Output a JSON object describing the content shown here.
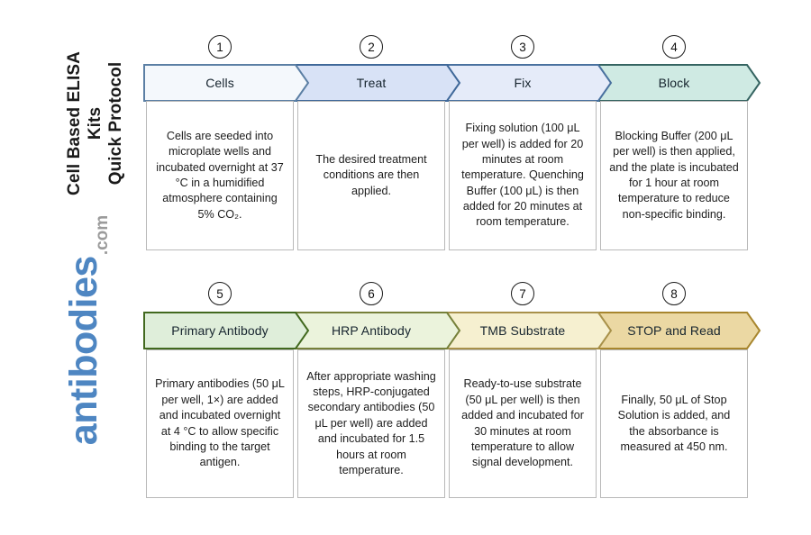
{
  "branding": {
    "title_line1": "Cell Based ELISA Kits",
    "title_line2": "Quick Protocol",
    "logo_word": "antibodies",
    "logo_tld": ".com",
    "logo_color": "#4e86c2",
    "logo_tld_color": "#9b9b9b",
    "title_color": "#1a1a1a"
  },
  "steps": [
    {
      "number": "1",
      "label": "Cells",
      "description": "Cells are seeded into microplate wells and incubated overnight at 37 °C in a humidified atmosphere containing 5% CO₂.",
      "fill": "#f4f8fc",
      "border": "#5b7fa4"
    },
    {
      "number": "2",
      "label": "Treat",
      "description": "The desired treatment conditions are then applied.",
      "fill": "#d8e2f6",
      "border": "#3f6899"
    },
    {
      "number": "3",
      "label": "Fix",
      "description": "Fixing solution (100 μL per well) is added for 20 minutes at room temperature. Quenching Buffer (100 μL) is then added for 20 minutes at room temperature.",
      "fill": "#e5ebf9",
      "border": "#49719f"
    },
    {
      "number": "4",
      "label": "Block",
      "description": "Blocking Buffer (200 μL per well) is then applied, and the plate is incubated for 1 hour at room temperature to reduce non-specific binding.",
      "fill": "#cfeae3",
      "border": "#356461"
    },
    {
      "number": "5",
      "label": "Primary Antibody",
      "description": "Primary antibodies (50 μL per well, 1×) are added and incubated overnight at 4 °C to allow specific binding to the target antigen.",
      "fill": "#dfeeda",
      "border": "#42691f"
    },
    {
      "number": "6",
      "label": "HRP Antibody",
      "description": "After appropriate washing steps, HRP-conjugated secondary antibodies (50 μL per well) are added and incubated for 1.5 hours at room temperature.",
      "fill": "#ebf3dc",
      "border": "#76803a"
    },
    {
      "number": "7",
      "label": "TMB Substrate",
      "description": "Ready-to-use substrate (50 μL per well) is then added and incubated for 30 minutes at room temperature to allow signal development.",
      "fill": "#f6f0d0",
      "border": "#a8914a"
    },
    {
      "number": "8",
      "label": "STOP and Read",
      "description": "Finally, 50 μL of Stop Solution is added, and the absorbance is measured at 450 nm.",
      "fill": "#ebd8a3",
      "border": "#a8862e"
    }
  ]
}
